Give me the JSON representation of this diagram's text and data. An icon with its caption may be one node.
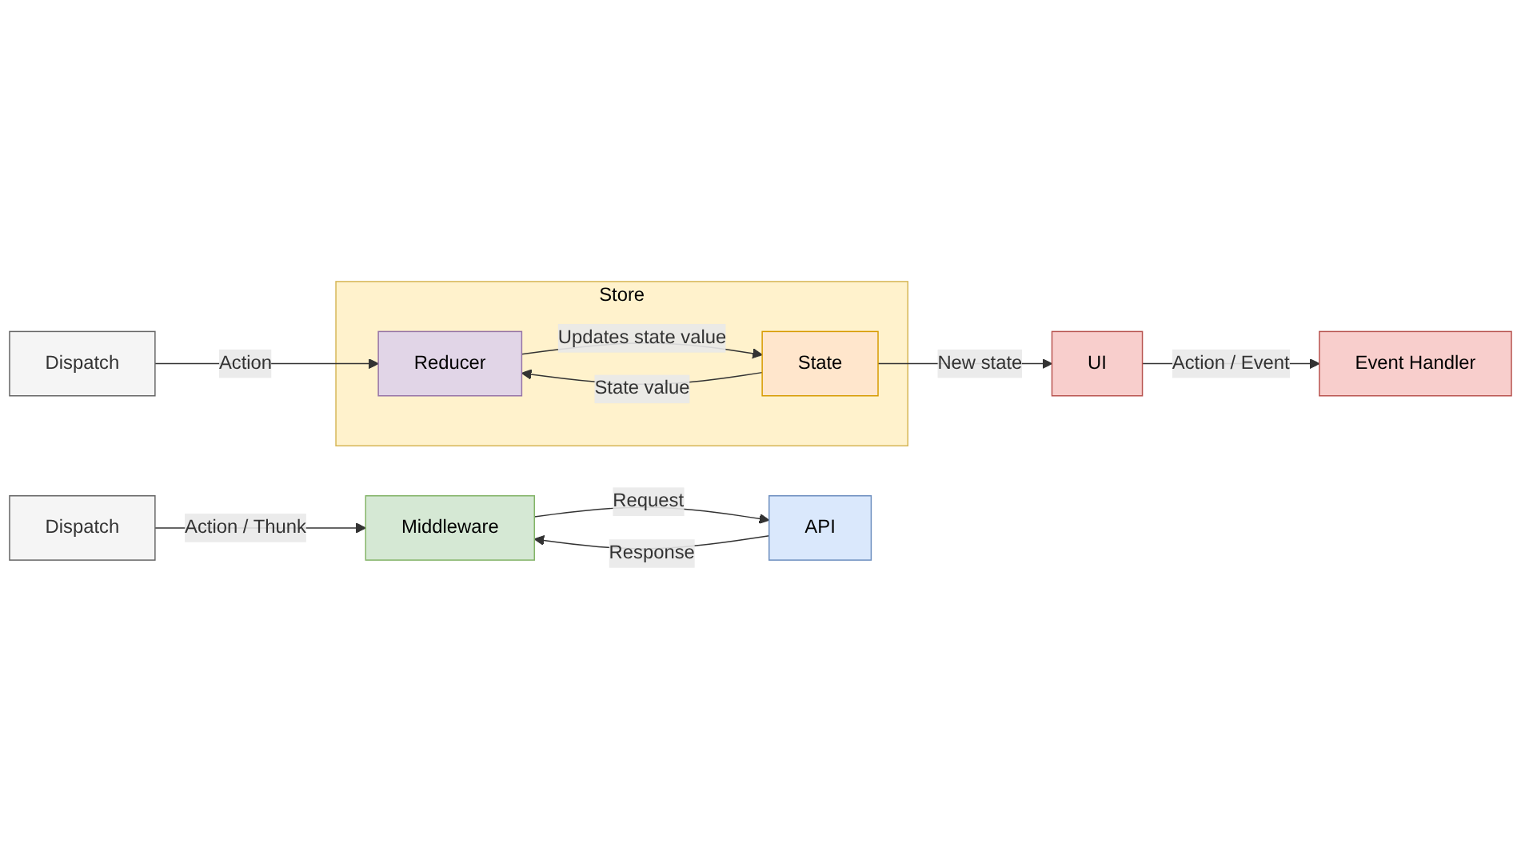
{
  "diagram": {
    "nodes": [
      {
        "text": [
          "Event Handler"
        ]
      },
      {
        "text": [
          "Dispatch"
        ]
      },
      {
        "text": [
          "UI"
        ]
      },
      {
        "text": [
          "Store"
        ]
      },
      {
        "text": [
          "Middleware"
        ]
      },
      {
        "text": [
          "Dispatch"
        ]
      },
      {
        "text": [
          "Reducer"
        ],
        "in": 3
      },
      {
        "text": [
          "State"
        ],
        "in": 3
      },
      {
        "text": [
          "API"
        ]
      }
    ],
    "edges": [
      {
        "from": 1,
        "to": 4,
        "arrow": "to",
        "label": "Action / Thunk"
      },
      {
        "from": 4,
        "to": 8,
        "arrow": "to",
        "label": "Request"
      },
      {
        "from": 8,
        "to": 4,
        "arrow": "to",
        "label": "Response"
      },
      {
        "from": 5,
        "to": 6,
        "arrow": "to",
        "label": "Action"
      },
      {
        "from": 6,
        "to": 7,
        "arrow": "to",
        "label": "Updates state value"
      },
      {
        "from": 7,
        "to": 6,
        "arrow": "to",
        "label": "State value"
      },
      {
        "from": 7,
        "to": 2,
        "arrow": "to",
        "label": "New state"
      },
      {
        "from": 2,
        "to": 0,
        "arrow": "to",
        "label": "Action / Event"
      }
    ]
  }
}
